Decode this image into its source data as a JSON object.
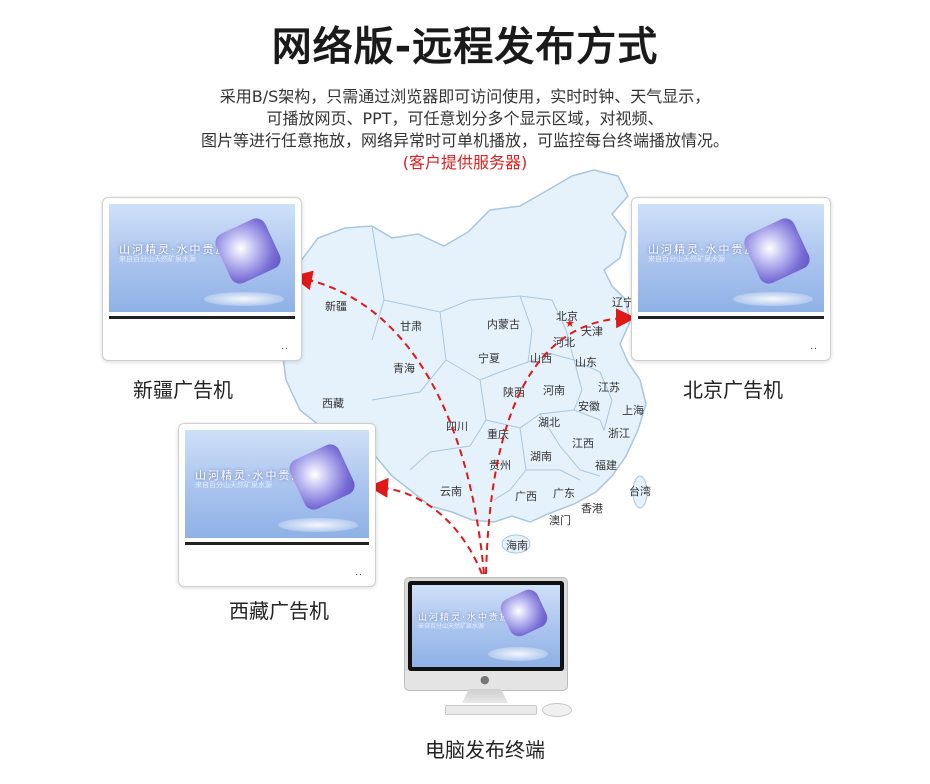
{
  "title": "网络版-远程发布方式",
  "description": {
    "lines": [
      "采用B/S架构，只需通过浏览器即可访问使用，实时时钟、天气显示，",
      "可播放网页、PPT，可任意划分多个显示区域，对视频、",
      "图片等进行任意拖放，网络异常时可单机播放，可监控每台终端播放情况。"
    ],
    "note": "(客户提供服务器)"
  },
  "screen_content": {
    "headline": "山河精灵·水中贵族",
    "subline": "来自百分山天然矿泉水源"
  },
  "devices": {
    "xinjiang": {
      "label": "新疆广告机",
      "dots": ".."
    },
    "beijing": {
      "label": "北京广告机",
      "dots": ".."
    },
    "tibet": {
      "label": "西藏广告机",
      "dots": ".."
    },
    "pc": {
      "label": "电脑发布终端"
    }
  },
  "map": {
    "provinces": [
      "新疆",
      "甘肃",
      "内蒙古",
      "北京",
      "天津",
      "辽宁",
      "青海",
      "宁夏",
      "山西",
      "河北",
      "山东",
      "西藏",
      "陕西",
      "河南",
      "江苏",
      "安徽",
      "上海",
      "四川",
      "重庆",
      "湖北",
      "浙江",
      "江西",
      "湖南",
      "贵州",
      "福建",
      "云南",
      "广西",
      "广东",
      "台湾",
      "香港",
      "澳门",
      "海南"
    ],
    "capital_marker": "北京"
  },
  "colors": {
    "map_fill": "#e6f2fb",
    "map_border": "#a9c6de",
    "arrow": "#e01818",
    "note": "#e02020"
  }
}
